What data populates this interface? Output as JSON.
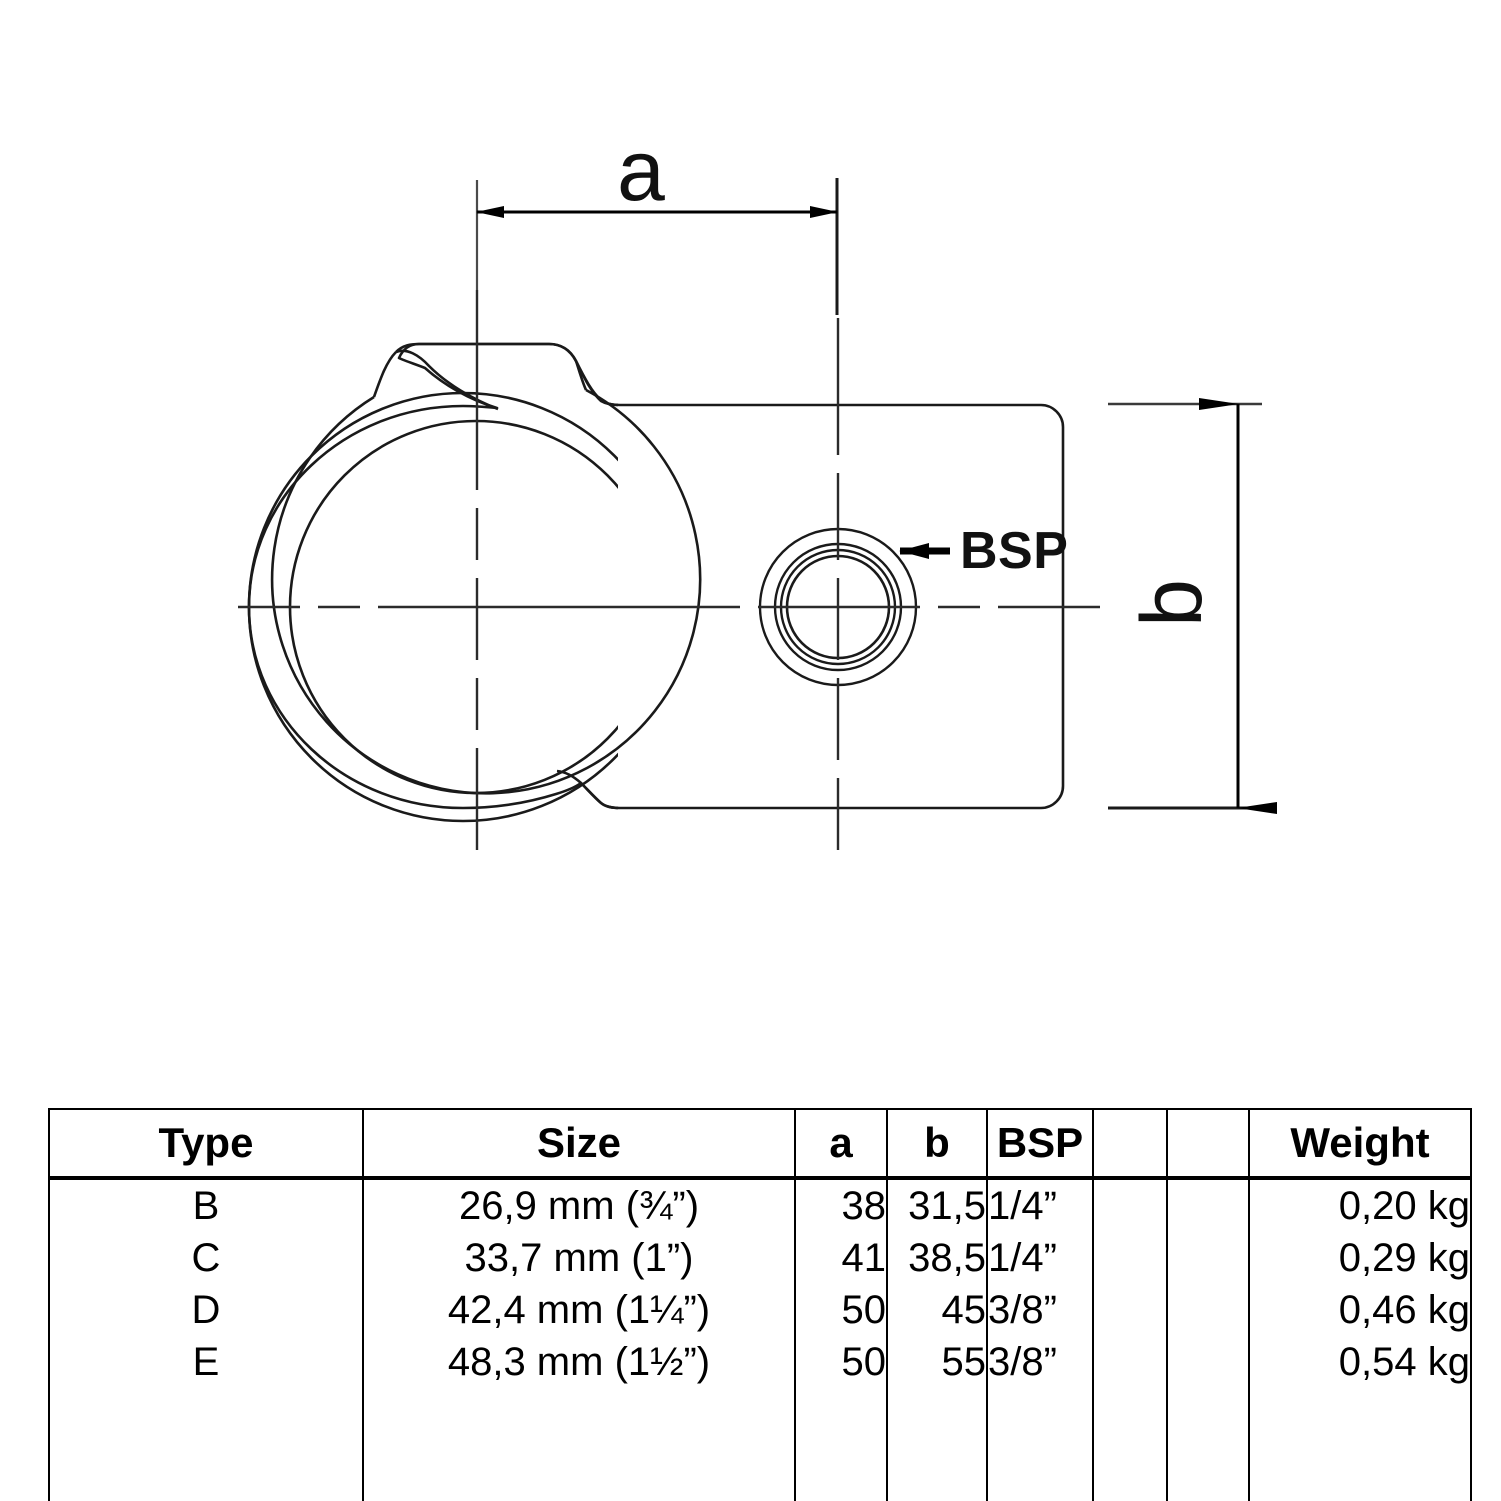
{
  "drawing": {
    "title": "pipe-clamp-fitting-cross-section",
    "dimension_labels": {
      "a": "a",
      "b": "b"
    },
    "annotations": {
      "bsp": "BSP"
    },
    "colors": {
      "line": "#1a1a1a",
      "centerline": "#333333",
      "background": "#ffffff",
      "arrow": "#000000"
    }
  },
  "table": {
    "headers": {
      "type": "Type",
      "size": "Size",
      "a": "a",
      "b": "b",
      "bsp": "BSP",
      "blank1": "",
      "blank2": "",
      "weight": "Weight"
    },
    "rows": [
      {
        "type": "B",
        "size": "26,9 mm (¾”)",
        "a": "38",
        "b": "31,5",
        "bsp": "1/4”",
        "blank1": "",
        "blank2": "",
        "weight": "0,20 kg"
      },
      {
        "type": "C",
        "size": "33,7 mm (1”)",
        "a": "41",
        "b": "38,5",
        "bsp": "1/4”",
        "blank1": "",
        "blank2": "",
        "weight": "0,29 kg"
      },
      {
        "type": "D",
        "size": "42,4 mm (1¼”)",
        "a": "50",
        "b": "45",
        "bsp": "3/8”",
        "blank1": "",
        "blank2": "",
        "weight": "0,46 kg"
      },
      {
        "type": "E",
        "size": "48,3 mm (1½”)",
        "a": "50",
        "b": "55",
        "bsp": "3/8”",
        "blank1": "",
        "blank2": "",
        "weight": "0,54 kg"
      }
    ]
  }
}
